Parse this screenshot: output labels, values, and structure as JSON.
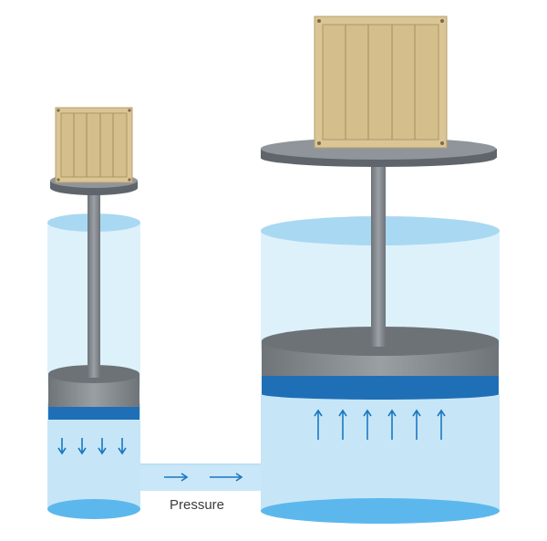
{
  "labels": {
    "pressure": "Pressure"
  },
  "colors": {
    "water_light": "#cdeaf9",
    "water_mid": "#a9d8f2",
    "water_deep": "#5cb8ec",
    "piston_band": "#1f6fb6",
    "piston_top": "#6c7276",
    "piston_side": "#8b9095",
    "rod": "#7d8388",
    "crate_face": "#d9c596",
    "crate_border": "#c5ad78",
    "crate_plank_line": "#a68d5c",
    "arrow": "#1b77bf",
    "label": "#3c3c3c"
  },
  "arrows": {
    "small_cylinder_direction": "down",
    "connecting_pipe_direction": "right",
    "large_cylinder_direction": "up"
  }
}
